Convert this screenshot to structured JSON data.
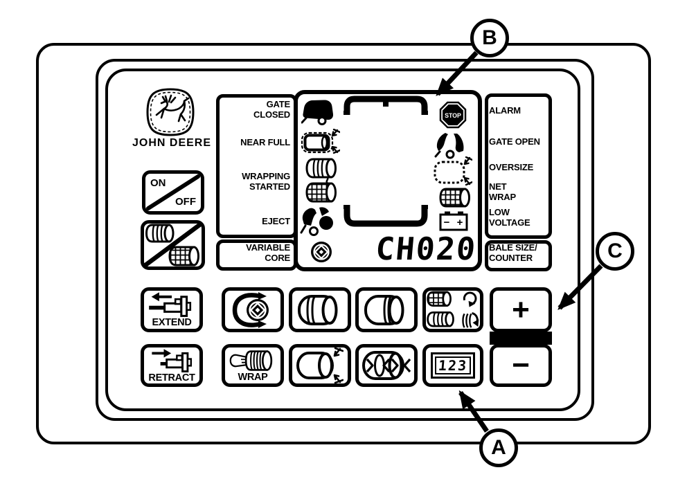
{
  "colors": {
    "ink": "#000000",
    "paper": "#ffffff"
  },
  "brand": {
    "name": "JOHN DEERE"
  },
  "status_left": {
    "labels": [
      {
        "id": "gate-closed",
        "text": "GATE\nCLOSED"
      },
      {
        "id": "near-full",
        "text": "NEAR FULL"
      },
      {
        "id": "wrapping-started",
        "text": "WRAPPING\nSTARTED"
      },
      {
        "id": "eject",
        "text": "EJECT"
      }
    ],
    "footer": {
      "id": "variable-core",
      "text": "VARIABLE\nCORE"
    }
  },
  "status_right": {
    "labels": [
      {
        "id": "alarm",
        "text": "ALARM"
      },
      {
        "id": "gate-open",
        "text": "GATE OPEN"
      },
      {
        "id": "oversize",
        "text": "OVERSIZE"
      },
      {
        "id": "net-wrap",
        "text": "NET\nWRAP"
      },
      {
        "id": "low-voltage",
        "text": "LOW\nVOLTAGE"
      }
    ],
    "footer": {
      "id": "bale-size-counter",
      "text": "BALE SIZE/\nCOUNTER"
    }
  },
  "display": {
    "readout": "CH020",
    "stop_label": "STOP",
    "battery": {
      "minus": "−",
      "plus": "+"
    },
    "icons": [
      "gate-closed",
      "near-full",
      "wrapping-started",
      "eject",
      "variable-core",
      "stop-alarm",
      "gate-open",
      "oversize",
      "net-wrap",
      "low-voltage-battery",
      "bale-size-upper-bracket",
      "bale-size-lower-bracket"
    ]
  },
  "controls": {
    "on_off": {
      "on": "ON",
      "off": "OFF"
    },
    "extend": {
      "label": "EXTEND"
    },
    "retract": {
      "label": "RETRACT"
    },
    "wrap": {
      "label": "WRAP"
    },
    "counter": {
      "digits": "123"
    },
    "increase": {
      "label": "+"
    },
    "decrease": {
      "label": "−"
    },
    "icon_buttons": [
      "twine-net-select",
      "variable-core-select",
      "bale-soft-core-left",
      "bale-soft-core-right",
      "bale-size-adjust",
      "bale-density",
      "net-feed",
      "counter-display"
    ]
  },
  "callouts": [
    {
      "id": "A"
    },
    {
      "id": "B"
    },
    {
      "id": "C"
    }
  ]
}
